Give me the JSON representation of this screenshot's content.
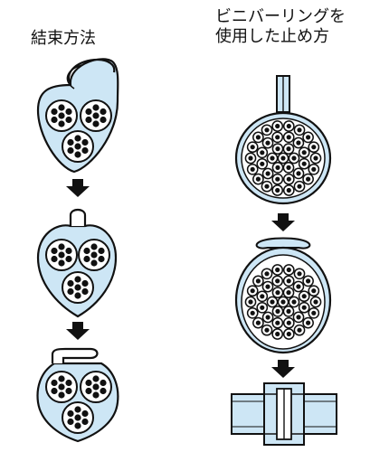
{
  "left": {
    "title": "結束方法"
  },
  "right": {
    "title_line1": "ビニバーリングを",
    "title_line2": "使用した止め方"
  },
  "colors": {
    "stroke": "#111111",
    "ring": "#cde6f5",
    "wire": "#111111",
    "fill": "#ffffff"
  },
  "icons": [
    "arrow-down-icon",
    "cable-bundle-icon",
    "binder-tie-icon"
  ]
}
